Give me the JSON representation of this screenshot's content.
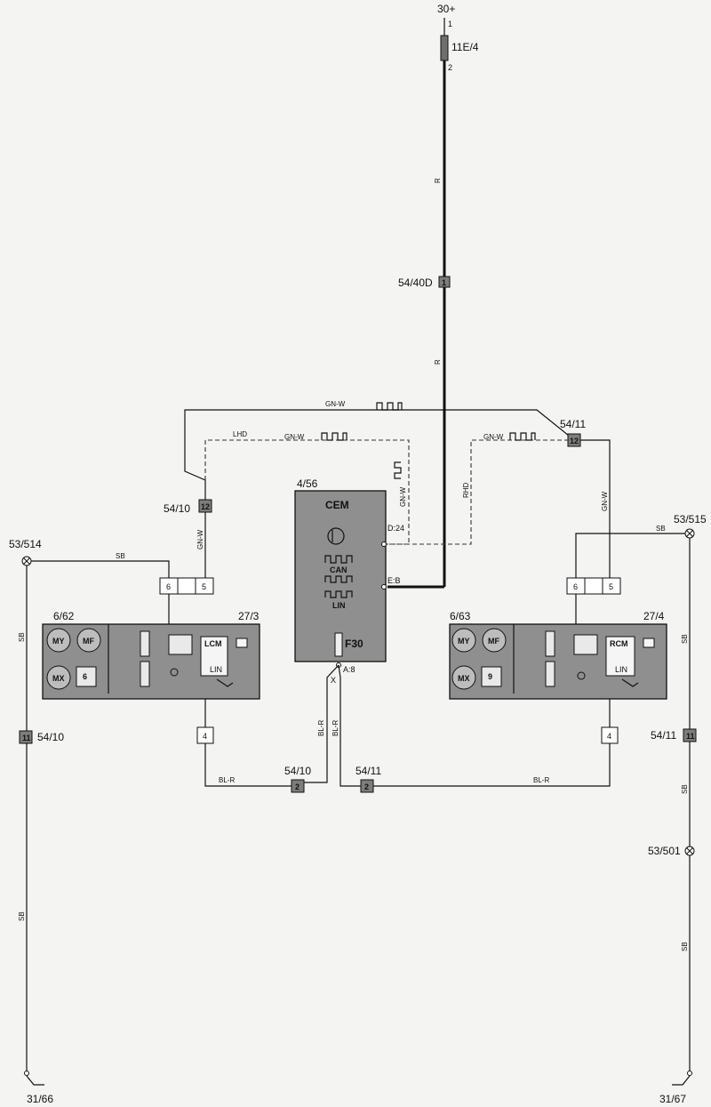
{
  "supply": {
    "label": "30+",
    "fuse": "11E/4",
    "pin1": "1",
    "pin2": "2",
    "wire_r": "R",
    "connector_label": "54/40D",
    "connector_pin": "1"
  },
  "harness": {
    "gnw": "GN-W",
    "lhd": "LHD",
    "rhd": "RHD",
    "connector_top": "54/11",
    "connector_top_pin": "12",
    "connector_left": "54/10",
    "connector_left_pin": "12"
  },
  "cem": {
    "id": "4/56",
    "title": "CEM",
    "can": "CAN",
    "lin": "LIN",
    "fuse": "F30",
    "pin_d": "D:24",
    "pin_e": "E:B",
    "pin_a": "A:8",
    "pin_x": "X",
    "wire_blr": "BL-R"
  },
  "left_module": {
    "ground_top": "53/514",
    "wire_sb": "SB",
    "plug_a": "6",
    "plug_b": "5",
    "plug_bottom": "4",
    "motor_id": "6/62",
    "unit_id": "27/3",
    "controller": "LCM",
    "my": "MY",
    "mf": "MF",
    "mx": "MX",
    "six": "6",
    "lin": "LIN",
    "side_conn_pin": "11",
    "side_conn_label": "54/10",
    "bottom_conn_label": "54/10",
    "bottom_conn_pin": "2",
    "wire_blr": "BL-R",
    "ground_bottom": "31/66"
  },
  "right_module": {
    "ground_top": "53/515",
    "ground_mid": "53/501",
    "wire_sb": "SB",
    "plug_a": "6",
    "plug_b": "5",
    "plug_bottom": "4",
    "motor_id": "6/63",
    "unit_id": "27/4",
    "controller": "RCM",
    "my": "MY",
    "mf": "MF",
    "mx": "MX",
    "nine": "9",
    "lin": "LIN",
    "side_conn_label": "54/11",
    "side_conn_pin": "11",
    "bottom_conn_label": "54/11",
    "bottom_conn_pin": "2",
    "wire_blr": "BL-R",
    "ground_bottom": "31/67"
  }
}
